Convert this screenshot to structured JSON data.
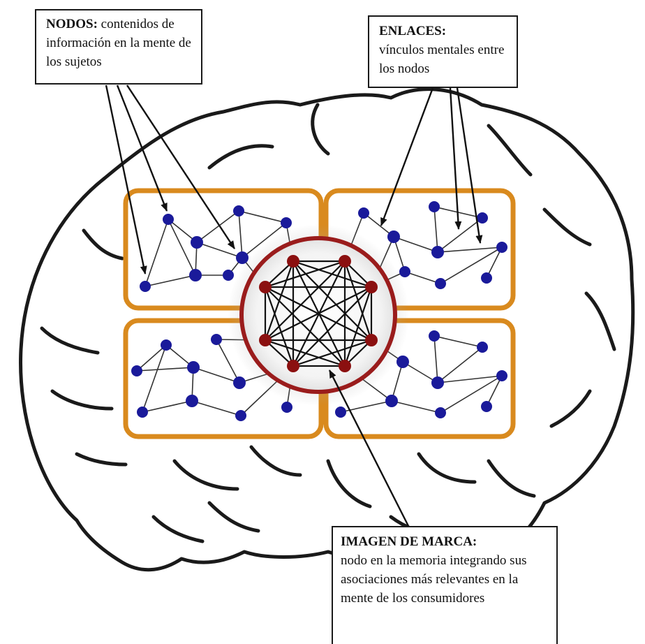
{
  "callouts": {
    "nodos": {
      "title": "NODOS:",
      "body": "contenidos de información en la mente de los sujetos"
    },
    "enlaces": {
      "title": "ENLACES:",
      "body": "vínculos mentales entre los nodos"
    },
    "imagen_de_marca": {
      "title": "IMAGEN DE MARCA:",
      "body": "nodo en la memoria integrando sus asociaciones más relevantes en la mente de los consumidores"
    }
  },
  "colors": {
    "outline": "#1a1a1a",
    "region_border": "#d98a1e",
    "association_node": "#1a1a9a",
    "brand_node": "#8b1010",
    "brand_circle": "#9a1c1c"
  }
}
